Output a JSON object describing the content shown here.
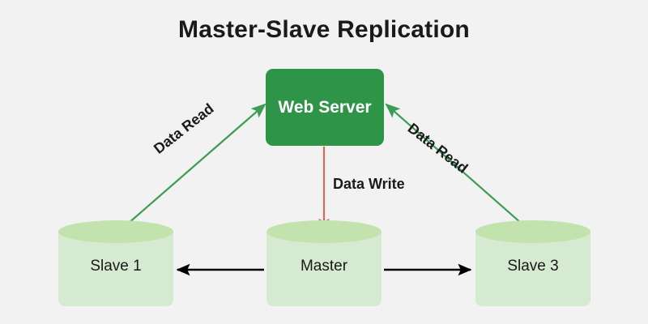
{
  "diagram": {
    "title": "Master-Slave Replication",
    "background_color": "#f2f2f2",
    "nodes": {
      "web_server": {
        "label": "Web Server",
        "shape": "rounded-rectangle",
        "fill_color": "#2e9447",
        "text_color": "#ffffff"
      },
      "slave1": {
        "label": "Slave 1",
        "shape": "cylinder",
        "fill_color": "#d5ead0",
        "top_color": "#c3e3ae",
        "text_color": "#1a1a1a"
      },
      "master": {
        "label": "Master",
        "shape": "cylinder",
        "fill_color": "#d5ead0",
        "top_color": "#c3e3ae",
        "text_color": "#1a1a1a"
      },
      "slave3": {
        "label": "Slave 3",
        "shape": "cylinder",
        "fill_color": "#d5ead0",
        "top_color": "#c3e3ae",
        "text_color": "#1a1a1a"
      }
    },
    "edges": [
      {
        "id": "read-left",
        "label": "Data Read",
        "from": "slave1",
        "to": "web_server",
        "color": "#3d9c54",
        "style": "arrow"
      },
      {
        "id": "read-right",
        "label": "Data Read",
        "from": "slave3",
        "to": "web_server",
        "color": "#3d9c54",
        "style": "arrow"
      },
      {
        "id": "write",
        "label": "Data Write",
        "from": "web_server",
        "to": "master",
        "color": "#cd6b5e",
        "style": "arrow"
      },
      {
        "id": "replicate-left",
        "label": "",
        "from": "master",
        "to": "slave1",
        "color": "#000000",
        "style": "arrow"
      },
      {
        "id": "replicate-right",
        "label": "",
        "from": "master",
        "to": "slave3",
        "color": "#000000",
        "style": "arrow"
      }
    ]
  }
}
